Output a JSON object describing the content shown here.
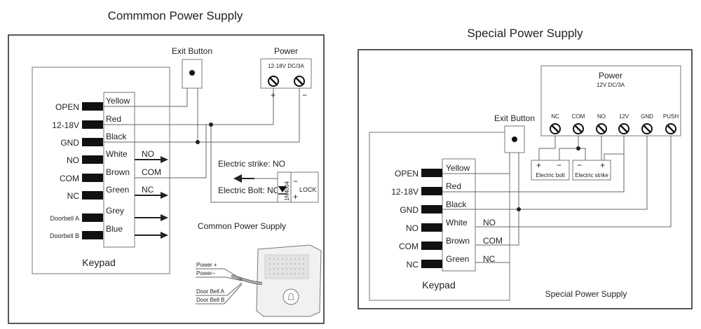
{
  "left": {
    "heading": "Commmon Power Supply",
    "keypad_label": "Keypad",
    "terminals": [
      "OPEN",
      "12-18V",
      "GND",
      "NO",
      "COM",
      "NC",
      "Doorbell A",
      "Doorbell B"
    ],
    "wires": [
      "Yellow",
      "Red",
      "Black",
      "White",
      "Brown",
      "Green",
      "Grey",
      "Blue"
    ],
    "outputs": [
      "NO",
      "COM",
      "NC"
    ],
    "exit_button_label": "Exit Button",
    "power_label": "Power",
    "power_rating": "12-18V DC/3A",
    "plus": "+",
    "minus": "−",
    "strike_label": "Electric strike: NO",
    "bolt_label": "Electric Bolt: NC",
    "diode_label": "1N4004",
    "lock_label": "LOCK",
    "caption": "Common Power Supply",
    "doorbell_wires": [
      "Power +",
      "Power−",
      "Door Bell  A",
      "Door Bell  B"
    ]
  },
  "right": {
    "heading": "Special Power Supply",
    "keypad_label": "Keypad",
    "terminals": [
      "OPEN",
      "12-18V",
      "GND",
      "NO",
      "COM",
      "NC"
    ],
    "wires": [
      "Yellow",
      "Red",
      "Black",
      "White",
      "Brown",
      "Green"
    ],
    "outputs": [
      "NO",
      "COM",
      "NC"
    ],
    "exit_button_label": "Exit Button",
    "power_label": "Power",
    "power_rating": "12V DC/3A",
    "power_terminals": [
      "NC",
      "COM",
      "NO",
      "12V",
      "GND",
      "PUSH"
    ],
    "bolt_label": "Electric bolt",
    "strike_label": "Electric strike",
    "plus": "+",
    "minus": "−",
    "caption": "Special Power Supply"
  }
}
